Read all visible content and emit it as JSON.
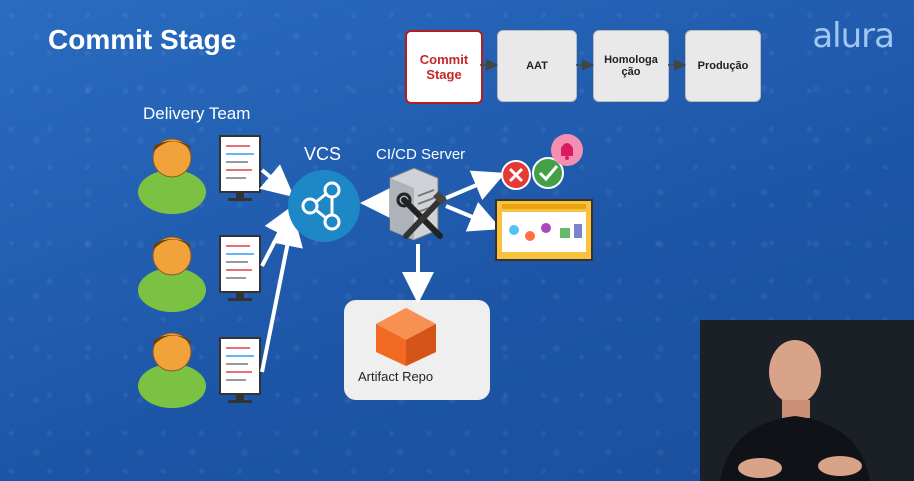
{
  "slide": {
    "title": "Commit Stage",
    "brand": "alura"
  },
  "pipeline": {
    "stages": [
      {
        "label": "Commit\nStage",
        "active": true
      },
      {
        "label": "AAT",
        "active": false
      },
      {
        "label": "Homologa\nção",
        "active": false
      },
      {
        "label": "Produção",
        "active": false
      }
    ]
  },
  "diagram": {
    "delivery_team_label": "Delivery Team",
    "vcs_label": "VCS",
    "ci_server_label": "CI/CD Server",
    "artifact_repo_label": "Artifact Repo"
  },
  "colors": {
    "background": "#1f5fb0",
    "vcs_circle": "#1e88c7",
    "person_body": "#7cc242",
    "person_head": "#f2a23b",
    "error": "#e53935",
    "success": "#43a047",
    "bell": "#f48fb1",
    "box_orange": "#f26a21",
    "stage_active_border": "#b71c1c"
  }
}
